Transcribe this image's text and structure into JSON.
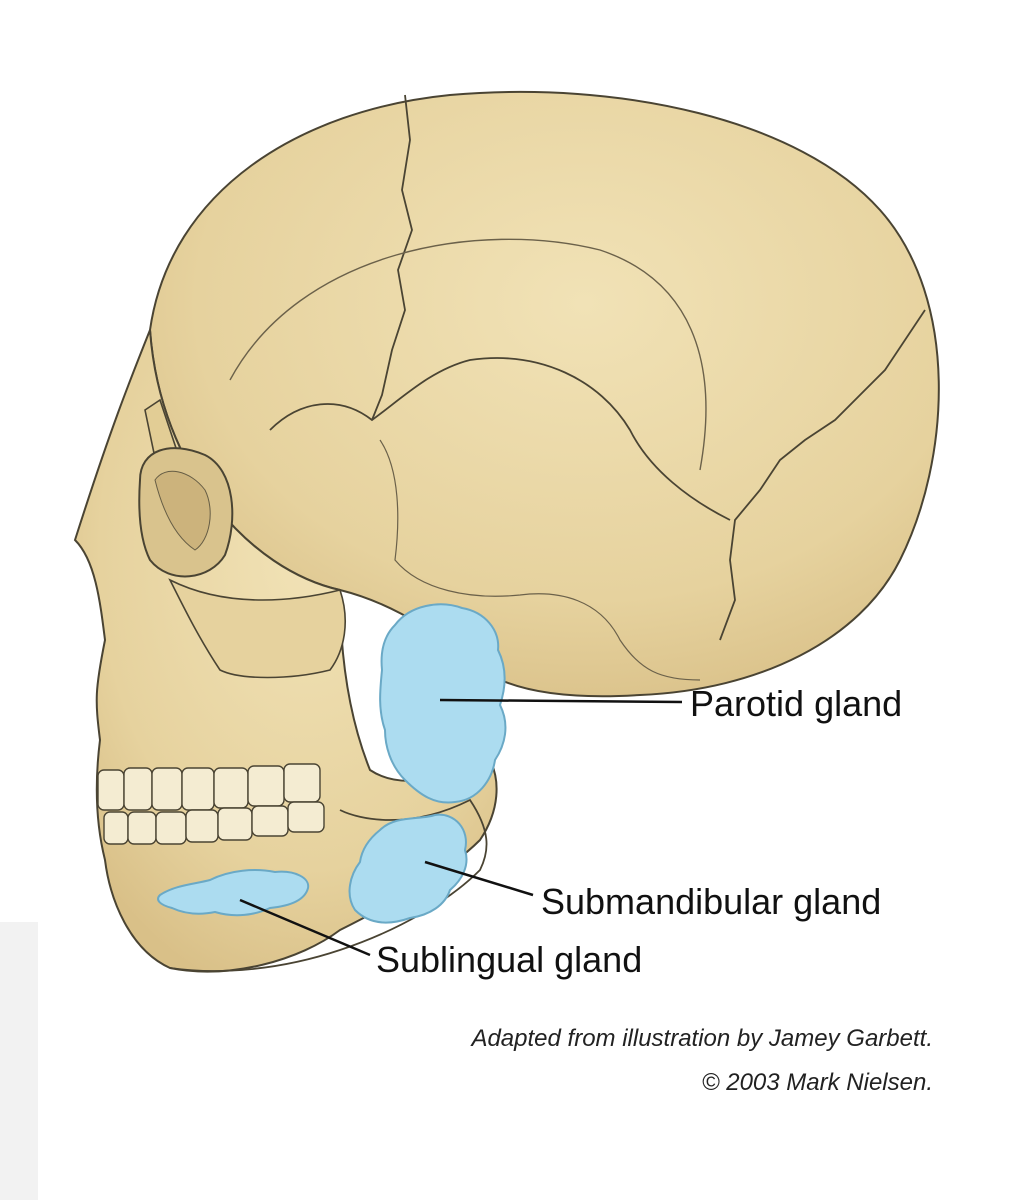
{
  "labels": {
    "parotid": "Parotid gland",
    "submandibular": "Submandibular gland",
    "sublingual": "Sublingual gland"
  },
  "credits": {
    "line1": "Adapted from illustration by Jamey Garbett.",
    "line2": "© 2003 Mark Nielsen."
  },
  "colors": {
    "bone": "#e9d7a6",
    "bone_shadow": "#d8c18a",
    "outline": "#4a4433",
    "gland": "#acdcf0",
    "gland_outline": "#6aa9c6",
    "leader": "#111111"
  }
}
